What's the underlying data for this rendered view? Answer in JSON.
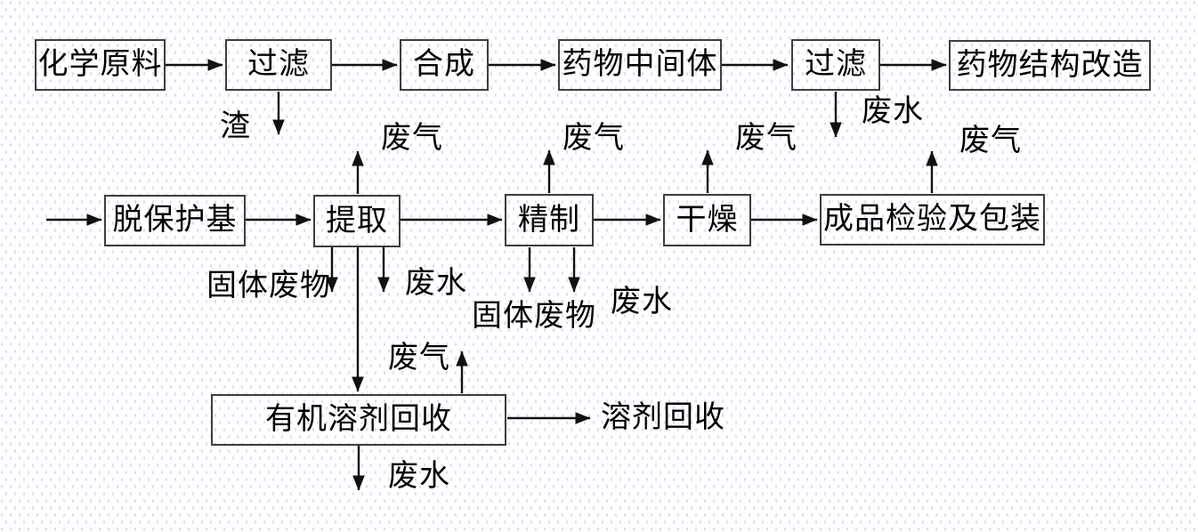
{
  "diagram": {
    "type": "process-flowchart",
    "language": "zh",
    "nodes": {
      "chemical_raw": "化学原料",
      "filter_1": "过滤",
      "synthesis": "合成",
      "drug_intermediate": "药物中间体",
      "filter_2": "过滤",
      "structure_modification": "药物结构改造",
      "deprotection": "脱保护基",
      "extraction": "提取",
      "refining": "精制",
      "drying": "干燥",
      "inspection_packaging": "成品检验及包装",
      "solvent_recovery_unit": "有机溶剂回收"
    },
    "labels": {
      "slag": "渣",
      "wastewater_filter2": "废水",
      "waste_gas_extraction": "废气",
      "waste_gas_refining": "废气",
      "waste_gas_drying": "废气",
      "waste_gas_packaging": "废气",
      "solid_waste_extraction": "固体废物",
      "wastewater_extraction": "废水",
      "solid_waste_refining": "固体废物",
      "wastewater_refining": "废水",
      "waste_gas_solvent": "废气",
      "solvent_recovered": "溶剂回收",
      "wastewater_solvent": "废水"
    },
    "colors": {
      "line": "#111111",
      "box_border": "#3d3d3d",
      "text": "#000000",
      "background": "#ffffff",
      "background_dot": "#dcdcf4"
    }
  }
}
